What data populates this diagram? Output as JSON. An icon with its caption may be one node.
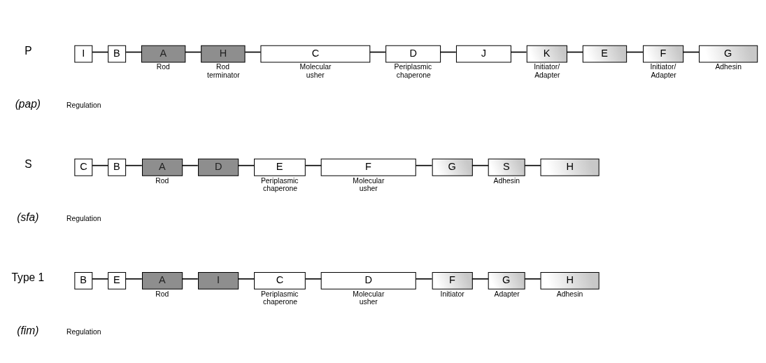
{
  "diagram": {
    "nodes": [
      {
        "text": [
          "I"
        ]
      },
      {
        "text": [
          "B"
        ]
      },
      {
        "text": [
          "A"
        ],
        "beside": [
          "Rod"
        ]
      },
      {
        "text": [
          "H"
        ],
        "beside": [
          "Rod terminator"
        ]
      },
      {
        "text": [
          "C"
        ],
        "beside": [
          "Molecular usher"
        ]
      },
      {
        "text": [
          "D"
        ],
        "beside": [
          "Periplasmic chaperone"
        ]
      },
      {
        "text": [
          "J"
        ]
      },
      {
        "text": [
          "K"
        ],
        "beside": [
          "Initiator/ Adapter"
        ]
      },
      {
        "text": [
          "E"
        ]
      },
      {
        "text": [
          "F"
        ],
        "beside": [
          "Initiator/ Adapter"
        ]
      },
      {
        "text": [
          "G"
        ],
        "beside": [
          "Adhesin"
        ]
      },
      {
        "text": [
          "C"
        ]
      },
      {
        "text": [
          "B"
        ]
      },
      {
        "text": [
          "A"
        ],
        "beside": [
          "Rod"
        ]
      },
      {
        "text": [
          "D"
        ]
      },
      {
        "text": [
          "E"
        ],
        "beside": [
          "Periplasmic chaperone"
        ]
      },
      {
        "text": [
          "F"
        ],
        "beside": [
          "Molecular usher"
        ]
      },
      {
        "text": [
          "G"
        ]
      },
      {
        "text": [
          "S"
        ],
        "beside": [
          "Adhesin"
        ]
      },
      {
        "text": [
          "H"
        ]
      },
      {
        "text": [
          "B"
        ]
      },
      {
        "text": [
          "E"
        ]
      },
      {
        "text": [
          "A"
        ],
        "beside": [
          "Rod"
        ]
      },
      {
        "text": [
          "I"
        ]
      },
      {
        "text": [
          "C"
        ],
        "beside": [
          "Periplasmic chaperone"
        ]
      },
      {
        "text": [
          "D"
        ],
        "beside": [
          "Molecular usher"
        ]
      },
      {
        "text": [
          "F"
        ],
        "beside": [
          "Initiator"
        ]
      },
      {
        "text": [
          "G"
        ],
        "beside": [
          "Adapter"
        ]
      },
      {
        "text": [
          "H"
        ],
        "beside": [
          "Adhesin"
        ]
      }
    ],
    "edges": [
      {
        "from": 0,
        "to": 1,
        "arrow": "none"
      },
      {
        "from": 1,
        "to": 2,
        "arrow": "none"
      },
      {
        "from": 2,
        "to": 3,
        "arrow": "none"
      },
      {
        "from": 3,
        "to": 4,
        "arrow": "none"
      },
      {
        "from": 4,
        "to": 5,
        "arrow": "none"
      },
      {
        "from": 5,
        "to": 6,
        "arrow": "none"
      },
      {
        "from": 6,
        "to": 7,
        "arrow": "none"
      },
      {
        "from": 7,
        "to": 8,
        "arrow": "none"
      },
      {
        "from": 8,
        "to": 9,
        "arrow": "none"
      },
      {
        "from": 9,
        "to": 10,
        "arrow": "none"
      },
      {
        "from": 11,
        "to": 12,
        "arrow": "none"
      },
      {
        "from": 12,
        "to": 13,
        "arrow": "none"
      },
      {
        "from": 13,
        "to": 14,
        "arrow": "none"
      },
      {
        "from": 14,
        "to": 15,
        "arrow": "none"
      },
      {
        "from": 15,
        "to": 16,
        "arrow": "none"
      },
      {
        "from": 16,
        "to": 17,
        "arrow": "none"
      },
      {
        "from": 17,
        "to": 18,
        "arrow": "none"
      },
      {
        "from": 18,
        "to": 19,
        "arrow": "none"
      },
      {
        "from": 20,
        "to": 21,
        "arrow": "none"
      },
      {
        "from": 21,
        "to": 22,
        "arrow": "none"
      },
      {
        "from": 22,
        "to": 23,
        "arrow": "none"
      },
      {
        "from": 23,
        "to": 24,
        "arrow": "none"
      },
      {
        "from": 24,
        "to": 25,
        "arrow": "none"
      },
      {
        "from": 25,
        "to": 26,
        "arrow": "none"
      },
      {
        "from": 26,
        "to": 27,
        "arrow": "none"
      },
      {
        "from": 27,
        "to": 28,
        "arrow": "none"
      }
    ],
    "labels": [
      "P",
      "(pap)",
      "Regulation",
      "S",
      "(sfa)",
      "Regulation",
      "Type 1",
      "(fim)",
      "Regulation"
    ]
  }
}
